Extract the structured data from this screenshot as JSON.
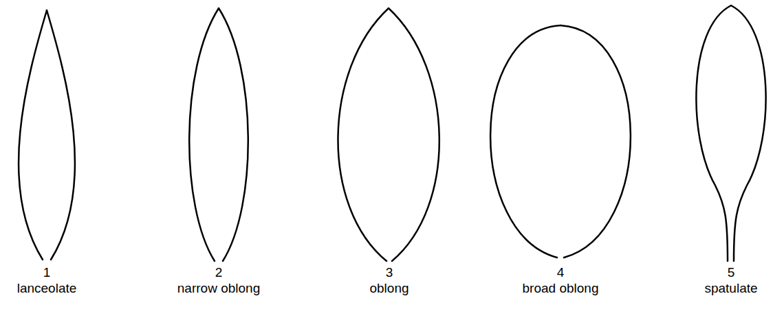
{
  "diagram": {
    "labels": [
      "1",
      "lanceolate",
      "2",
      "narrow oblong",
      "3",
      "oblong",
      "4",
      "broad oblong",
      "5",
      "spatulate"
    ]
  }
}
